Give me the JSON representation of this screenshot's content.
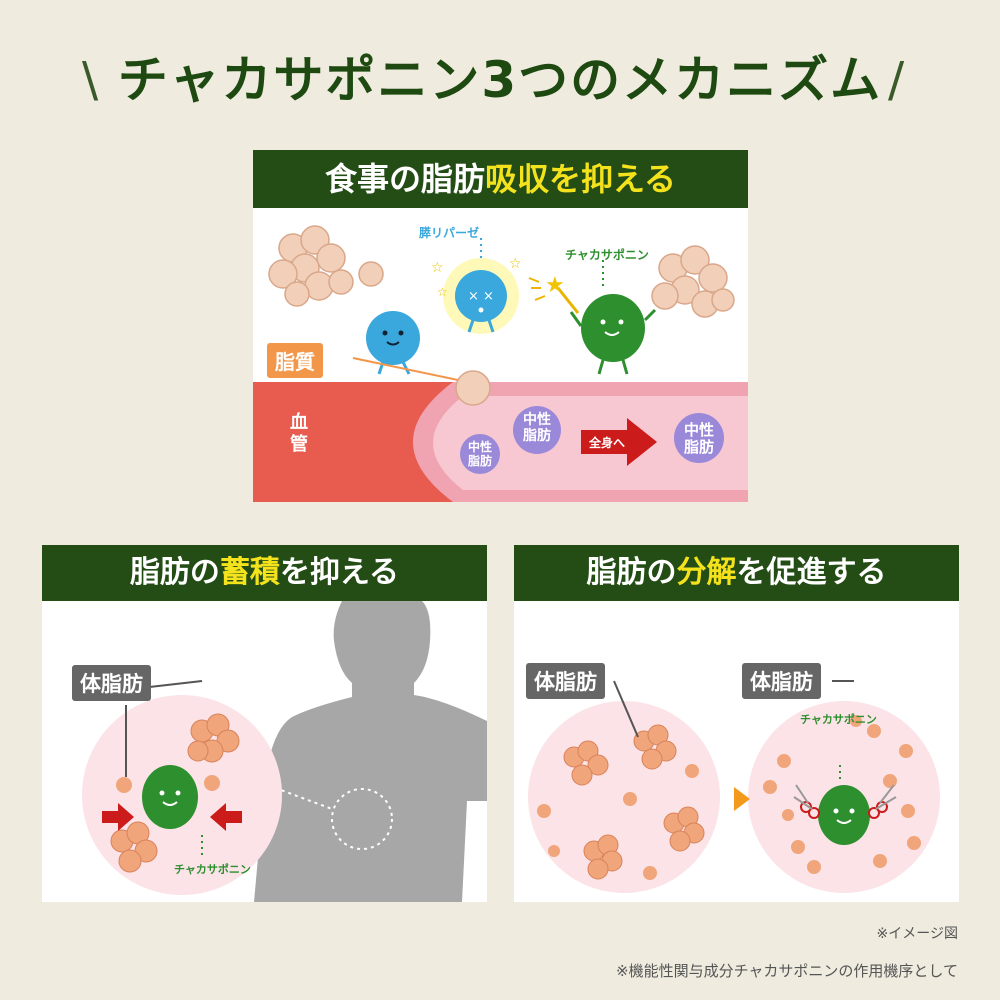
{
  "title": "チャカサポニン3つのメカニズム",
  "panel1": {
    "head_a": "食事の脂肪",
    "head_b": "吸収を抑える",
    "lipase_label": "膵リパーゼ",
    "chaka_label": "チャカサポニン",
    "lipid_label": "脂質",
    "vessel_label": "血管",
    "tg_small_1": "中性脂肪",
    "tg_small_2": "中性脂肪",
    "arrow_label": "全身へ",
    "tg_right": "中性脂肪"
  },
  "panel2": {
    "head_a": "脂肪の",
    "head_b": "蓄積",
    "head_c": "を抑える",
    "body_fat_label": "体脂肪",
    "chaka_label": "チャカサポニン"
  },
  "panel3": {
    "head_a": "脂肪の",
    "head_b": "分解",
    "head_c": "を促進する",
    "body_fat_label_left": "体脂肪",
    "body_fat_label_right": "体脂肪",
    "chaka_label": "チャカサポニン"
  },
  "note_image": "※イメージ図",
  "note_mechanism": "※機能性関与成分チャカサポニンの作用機序として",
  "colors": {
    "header_green": "#244d16",
    "highlight_yellow": "#f4e21c",
    "title_green": "#1e4a12",
    "vessel_red": "#e85c50",
    "vessel_pink": "#f8c8d2",
    "character_green": "#2e8f2e",
    "character_blue": "#3aa8dc"
  }
}
